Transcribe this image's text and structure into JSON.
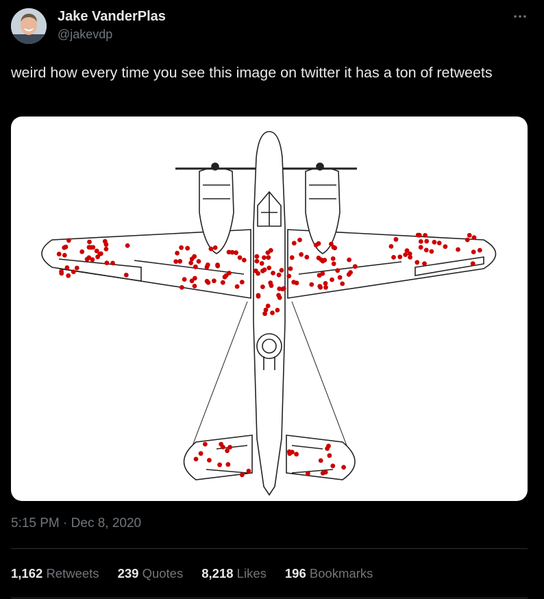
{
  "author": {
    "name": "Jake VanderPlas",
    "handle": "@jakevdp",
    "avatar_icon": "avatar-photo"
  },
  "menu_icon": "more-horizontal-icon",
  "tweet": {
    "text": "weird how every time you see this image on twitter it has a ton of retweets",
    "media_icon": "bomber-plane-damage-diagram",
    "time": "5:15 PM",
    "separator": "·",
    "date": "Dec 8, 2020"
  },
  "stats": [
    {
      "count": "1,162",
      "label": "Retweets"
    },
    {
      "count": "239",
      "label": "Quotes"
    },
    {
      "count": "8,218",
      "label": "Likes"
    },
    {
      "count": "196",
      "label": "Bookmarks"
    }
  ],
  "colors": {
    "background": "#000000",
    "text_primary": "#e7e9ea",
    "text_secondary": "#71767b",
    "divider": "#2f3336",
    "damage_dots": "#cc0000"
  }
}
